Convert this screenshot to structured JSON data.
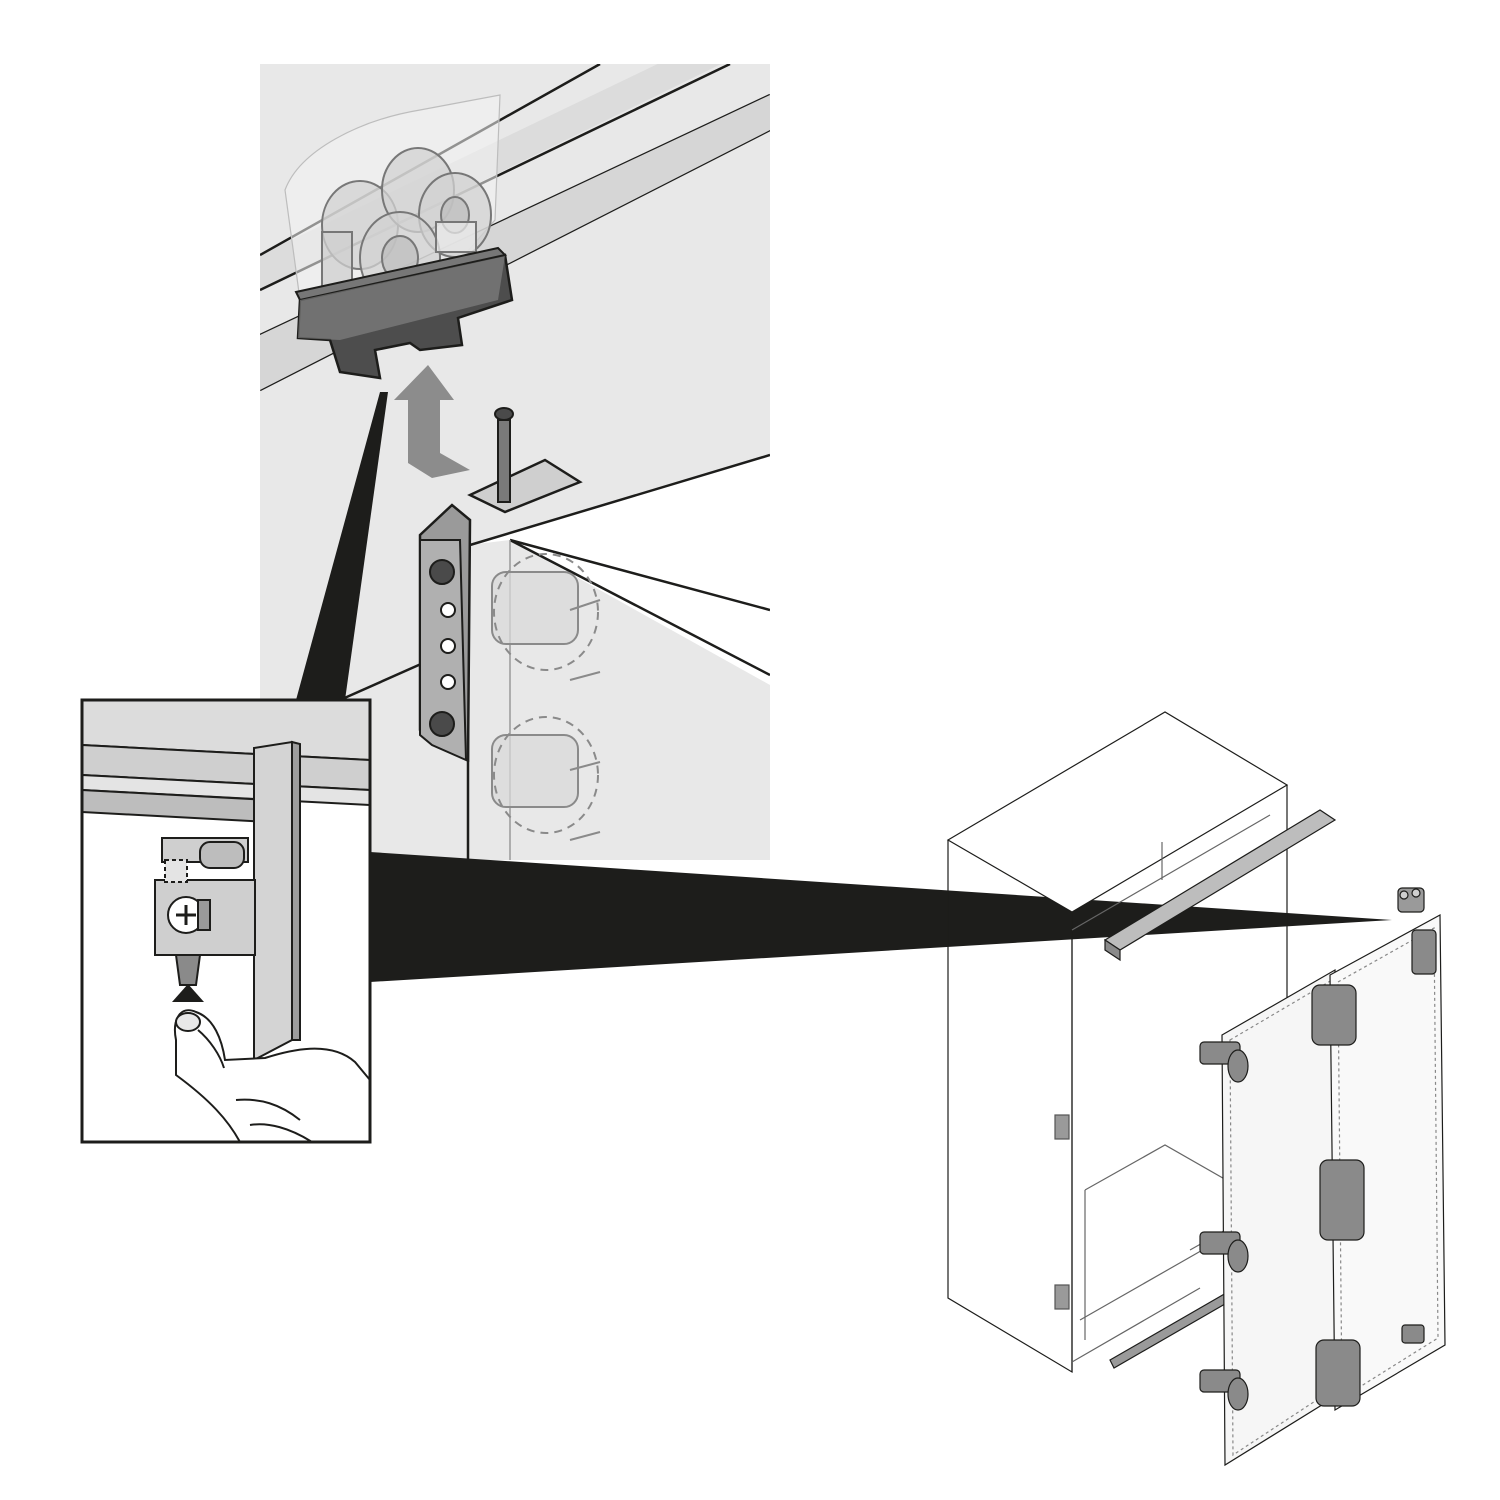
{
  "figure": {
    "kind": "assembly-instruction",
    "caption": "",
    "colors": {
      "background": "#ffffff",
      "panel": "#e8e8e8",
      "line": "#1d1d1b",
      "callout": "#1d1d1b",
      "hardware_dark": "#4a4a4a",
      "hardware_mid": "#9a9a9a",
      "hardware_light": "#cfcfcf",
      "arrow": "#8c8c8c",
      "glass": "#f6f6f6"
    }
  },
  "views": {
    "detail": {
      "subject": "roller-carriage-on-top-track",
      "action": "lift-door-into-track"
    },
    "inset": {
      "subject": "height-adjustment-screw",
      "action": "push-up-by-hand"
    },
    "overview": {
      "subject": "wardrobe-with-sliding-glass-doors"
    }
  }
}
